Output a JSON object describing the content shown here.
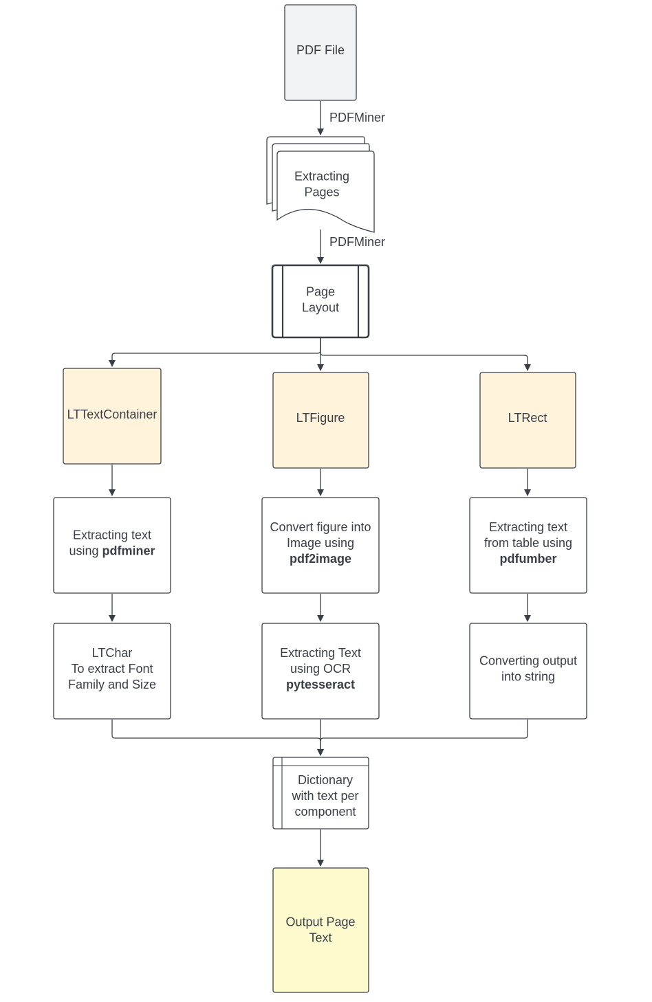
{
  "colors": {
    "stroke": "#3a3f47",
    "file_fill": "#f2f3f5",
    "component_fill": "#fff3dc",
    "output_fill": "#fdfacd",
    "box_fill": "#ffffff"
  },
  "edge_labels": {
    "to_pages": "PDFMiner",
    "to_layout": "PDFMiner"
  },
  "nodes": {
    "pdf_file": {
      "lines": [
        [
          "PDF File"
        ]
      ]
    },
    "extracting_pages": {
      "lines": [
        [
          "Extracting"
        ],
        [
          "Pages"
        ]
      ]
    },
    "page_layout": {
      "lines": [
        [
          "Page"
        ],
        [
          "Layout"
        ]
      ]
    },
    "lttextcontainer": {
      "lines": [
        [
          "LTTextContainer"
        ]
      ]
    },
    "ltfigure": {
      "lines": [
        [
          "LTFigure"
        ]
      ]
    },
    "ltrect": {
      "lines": [
        [
          "LTRect"
        ]
      ]
    },
    "extract_text_pdfminer": {
      "lines": [
        [
          "Extracting text"
        ],
        [
          "using ",
          "pdfminer"
        ]
      ]
    },
    "convert_figure": {
      "lines": [
        [
          "Convert figure into"
        ],
        [
          "Image using"
        ],
        [
          "",
          "pdf2image"
        ]
      ]
    },
    "extract_table": {
      "lines": [
        [
          "Extracting text"
        ],
        [
          "from table using"
        ],
        [
          "",
          "pdfumber"
        ]
      ]
    },
    "ltchar": {
      "lines": [
        [
          "LTChar"
        ],
        [
          "To extract Font"
        ],
        [
          "Family and Size"
        ]
      ]
    },
    "ocr": {
      "lines": [
        [
          "Extracting Text"
        ],
        [
          "using OCR"
        ],
        [
          "",
          "pytesseract"
        ]
      ]
    },
    "convert_output": {
      "lines": [
        [
          "Converting output"
        ],
        [
          "into string"
        ]
      ]
    },
    "dictionary": {
      "lines": [
        [
          "Dictionary"
        ],
        [
          "with text per"
        ],
        [
          "component"
        ]
      ]
    },
    "output_page_text": {
      "lines": [
        [
          "Output Page"
        ],
        [
          "Text"
        ]
      ]
    }
  }
}
